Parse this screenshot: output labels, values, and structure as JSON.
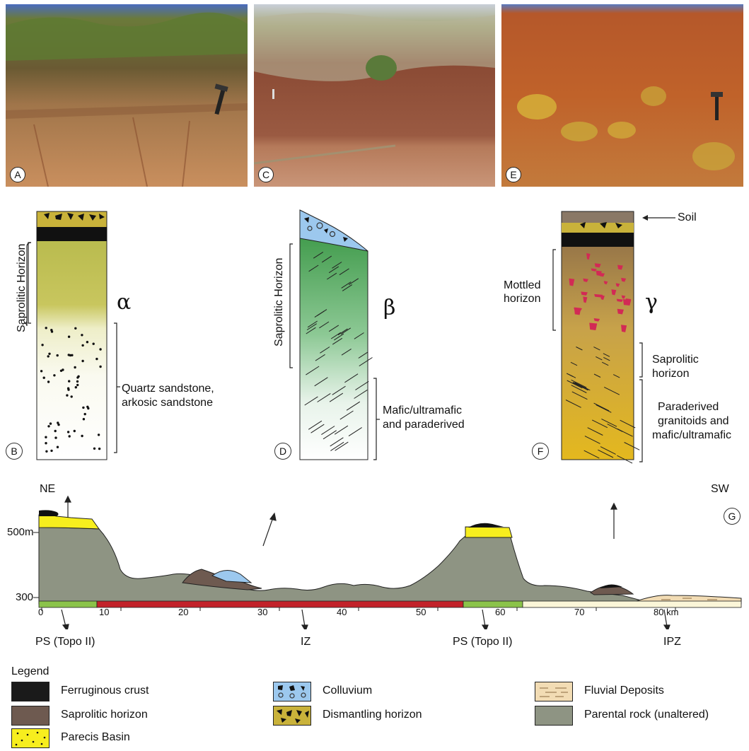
{
  "photos": {
    "a": "A",
    "c": "C",
    "e": "E"
  },
  "panels": {
    "b": {
      "letter": "B",
      "greek": "α",
      "saprolitic": "Saprolitic Horizon",
      "rock_line1": "Quartz sandstone,",
      "rock_line2": "arkosic sandstone"
    },
    "d": {
      "letter": "D",
      "greek": "β",
      "saprolitic": "Saprolitic Horizon",
      "rock_line1": "Mafic/ultramafic",
      "rock_line2": "and paraderived"
    },
    "f": {
      "letter": "F",
      "greek": "γ",
      "soil": "Soil",
      "mottled_line1": "Mottled",
      "mottled_line2": "horizon",
      "saprolitic_line1": "Saprolitic",
      "saprolitic_line2": "horizon",
      "rock_line1": "Paraderived",
      "rock_line2": "granitoids and",
      "rock_line3": "mafic/ultramafic"
    }
  },
  "profile": {
    "letter": "G",
    "left_dir": "NE",
    "right_dir": "SW",
    "y_ticks": [
      "500m",
      "300"
    ],
    "x_ticks": [
      "0",
      "10",
      "20",
      "30",
      "40",
      "50",
      "60",
      "70",
      "80 km"
    ],
    "zones": [
      "PS (Topo II)",
      "IZ",
      "PS (Topo II)",
      "IPZ"
    ]
  },
  "legend": {
    "title": "Legend",
    "items": {
      "ferruginous": "Ferruginous crust",
      "saprolitic": "Saprolitic horizon",
      "parecis": "Parecis Basin",
      "colluvium": "Colluvium",
      "dismantling": "Dismantling horizon",
      "fluvial": "Fluvial Deposits",
      "parental": "Parental rock (unaltered)"
    }
  },
  "colors": {
    "ferruginous": "#1a1a1a",
    "saprolitic": "#6e5a50",
    "parecis": "#f7ee1e",
    "colluvium": "#9cc8ee",
    "dismantling": "#c9b23a",
    "fluvial": "#f2dcb4",
    "parental": "#8e9483",
    "zone_green": "#8bc34a",
    "zone_red": "#c2222a",
    "zone_cream": "#fbf6d8"
  }
}
